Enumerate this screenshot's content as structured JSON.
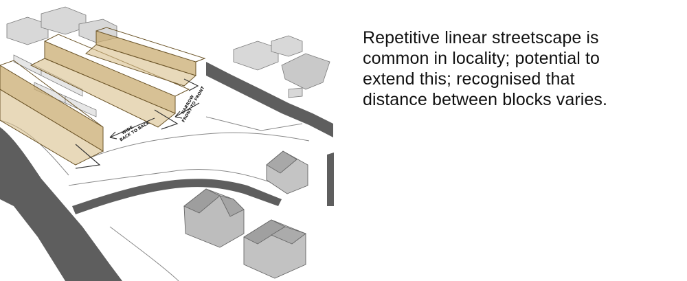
{
  "caption": {
    "lines": [
      "Repetitive linear streetscape is",
      "common in locality; potential to",
      "extend this; recognised that",
      "distance between blocks varies."
    ]
  },
  "diagram": {
    "labels": {
      "wide_line1": "WIDE",
      "wide_line2": "BACK TO BACK",
      "narrow_line1": "NARROW",
      "narrow_line2": "FRONT TO FRONT"
    }
  },
  "colors": {
    "block_fill": "#c9ac72",
    "road": "#5e5e5e",
    "building": "#bdbdbd",
    "text": "#111111"
  }
}
